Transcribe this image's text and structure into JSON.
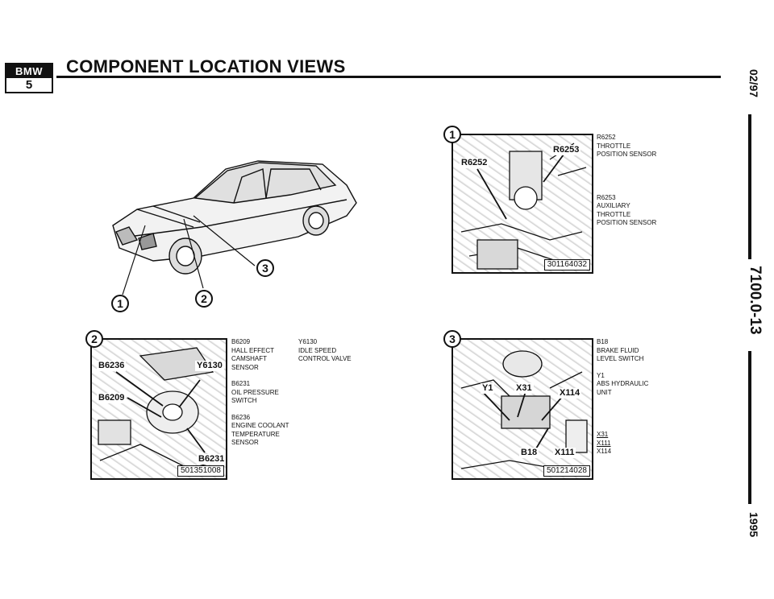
{
  "header": {
    "logo_top": "BMW",
    "logo_bottom": "5",
    "title": "COMPONENT LOCATION VIEWS"
  },
  "margin": {
    "date": "02/97",
    "code": "7100.0-13",
    "year": "1995"
  },
  "overview": {
    "callouts": [
      "1",
      "2",
      "3"
    ]
  },
  "panel1": {
    "number": "1",
    "labels": [
      "R6253",
      "R6252"
    ],
    "photo_id": "301164032",
    "legend": [
      [
        "R6252",
        "THROTTLE",
        "POSITION SENSOR"
      ],
      [
        "R6253",
        "AUXILIARY",
        "THROTTLE",
        "POSITION SENSOR"
      ]
    ]
  },
  "panel2": {
    "number": "2",
    "labels": [
      "B6236",
      "Y6130",
      "B6209",
      "B6231"
    ],
    "photo_id": "501351008",
    "legend": [
      [
        "B6209",
        "HALL EFFECT",
        "CAMSHAFT",
        "SENSOR"
      ],
      [
        "B6231",
        "OIL PRESSURE",
        "SWITCH"
      ],
      [
        "B6236",
        "ENGINE COOLANT",
        "TEMPERATURE",
        "SENSOR"
      ]
    ],
    "legend2": [
      [
        "Y6130",
        "IDLE SPEED",
        "CONTROL VALVE"
      ]
    ]
  },
  "panel3": {
    "number": "3",
    "labels": [
      "Y1",
      "X31",
      "X114",
      "B18",
      "X111"
    ],
    "photo_id": "501214028",
    "legend": [
      [
        "B18",
        "BRAKE FLUID",
        "LEVEL SWITCH"
      ],
      [
        "Y1",
        "ABS HYDRAULIC",
        "UNIT"
      ]
    ],
    "legend_connectors": [
      "X31",
      "X111",
      "X114"
    ]
  },
  "colors": {
    "ink": "#111111",
    "paper": "#ffffff",
    "photo_tone": "#cfcfcf"
  }
}
